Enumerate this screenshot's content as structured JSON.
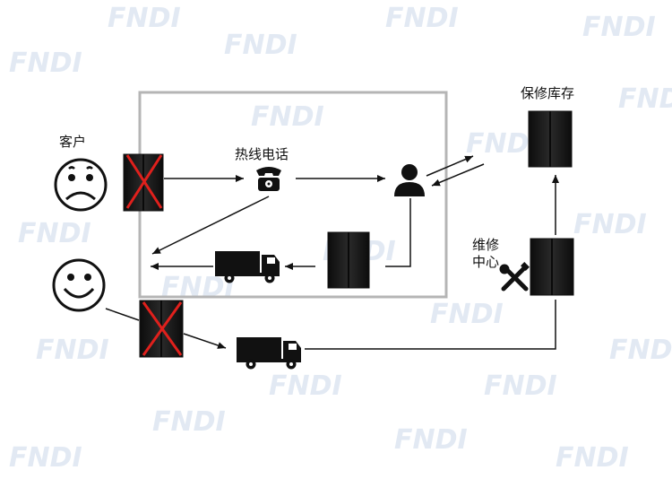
{
  "labels": {
    "customer": "客户",
    "hotline": "热线电话",
    "warehouse": "保修库存",
    "repair_center": "维修\n中心"
  },
  "watermark": "FNDI",
  "colors": {
    "frame": "#b5b5b5",
    "line": "#111111",
    "cross": "#e0201c",
    "device": "#1b1b1b",
    "watermark": "#dde6f2"
  }
}
